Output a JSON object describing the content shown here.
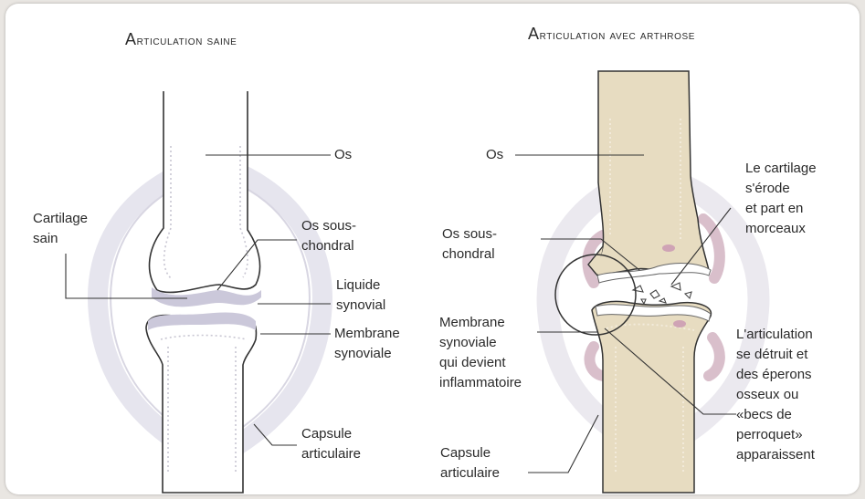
{
  "titles": {
    "healthy": "Articulation saine",
    "arthritic": "Articulation avec arthrose"
  },
  "healthy": {
    "os": "Os",
    "cartilage": [
      "Cartilage",
      "sain"
    ],
    "os_sous_chondral": [
      "Os sous-",
      "chondral"
    ],
    "liquide": [
      "Liquide",
      "synovial"
    ],
    "membrane": [
      "Membrane",
      "synoviale"
    ],
    "capsule": [
      "Capsule",
      "articulaire"
    ]
  },
  "arthritic": {
    "os": "Os",
    "os_sous_chondral": [
      "Os sous-",
      "chondral"
    ],
    "membrane": [
      "Membrane",
      "synoviale",
      "qui devient",
      "inflammatoire"
    ],
    "capsule": [
      "Capsule",
      "articulaire"
    ],
    "cartilage_erode": [
      "Le cartilage",
      "s'érode",
      "et part en",
      "morceaux"
    ],
    "destruction": [
      "L'articulation",
      "se détruit et",
      "des éperons",
      "osseux ou",
      "«becs de",
      "perroquet»",
      "apparaissent"
    ]
  },
  "colors": {
    "bone_healthy": "#ffffff",
    "bone_arthritic": "#e7dcc1",
    "cartilage": "#c9c6d8",
    "capsule_halo": "#e3e2ec",
    "inflamed_membrane": "#dcc1cd",
    "outline": "#333333"
  }
}
